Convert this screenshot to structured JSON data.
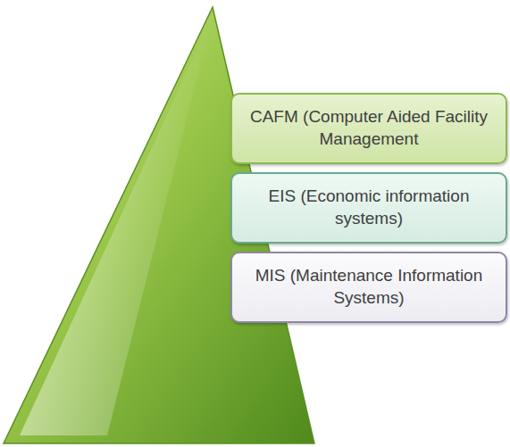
{
  "diagram": {
    "nodes": [
      {
        "text": [
          "CAFM (Computer Aided Facility Management"
        ]
      },
      {
        "text": [
          "EIS (Economic information systems)"
        ]
      },
      {
        "text": [
          "MIS (Maintenance Information Systems)"
        ]
      }
    ]
  }
}
